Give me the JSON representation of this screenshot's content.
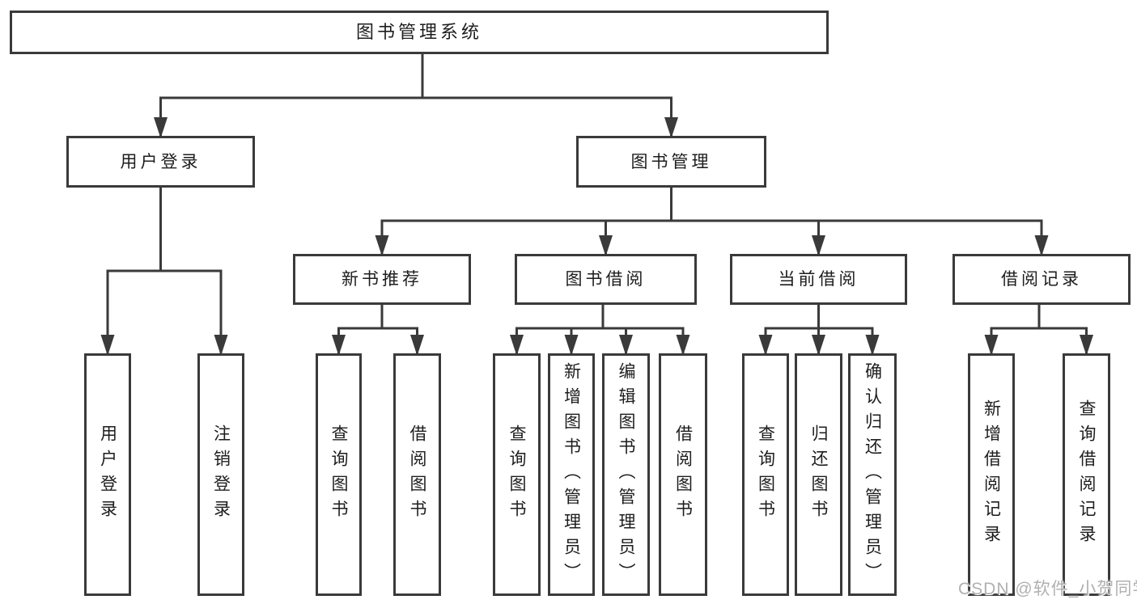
{
  "diagram": {
    "root": {
      "label": "图书管理系统"
    },
    "branches": [
      {
        "label": "用户登录",
        "children": [
          {
            "label": "用户登录"
          },
          {
            "label": "注销登录"
          }
        ]
      },
      {
        "label": "图书管理",
        "children": [
          {
            "label": "新书推荐",
            "children": [
              {
                "label": "查询图书"
              },
              {
                "label": "借阅图书"
              }
            ]
          },
          {
            "label": "图书借阅",
            "children": [
              {
                "label": "查询图书"
              },
              {
                "label": "新增图书（管理员）"
              },
              {
                "label": "编辑图书（管理员）"
              },
              {
                "label": "借阅图书"
              }
            ]
          },
          {
            "label": "当前借阅",
            "children": [
              {
                "label": "查询图书"
              },
              {
                "label": "归还图书"
              },
              {
                "label": "确认归还（管理员）"
              }
            ]
          },
          {
            "label": "借阅记录",
            "children": [
              {
                "label": "新增借阅记录"
              },
              {
                "label": "查询借阅记录"
              }
            ]
          }
        ]
      }
    ]
  },
  "watermark": {
    "text": "CSDN @软件_小贺同学"
  },
  "colors": {
    "line": "#3a3a3a",
    "box_border": "#3a3a3a",
    "text": "#1d1d1d",
    "background": "#ffffff",
    "watermark": "#b0b0b0"
  }
}
